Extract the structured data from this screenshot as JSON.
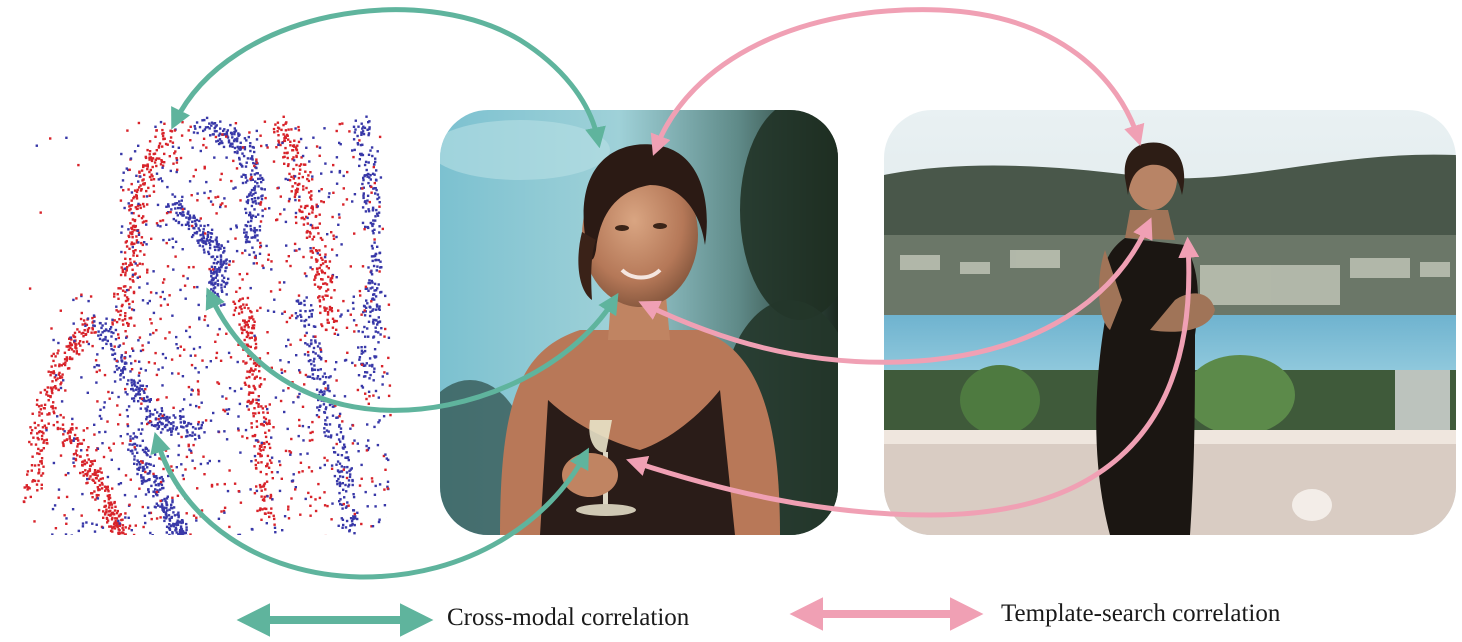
{
  "legend": {
    "cross_modal_label": "Cross-modal correlation",
    "template_search_label": "Template-search correlation"
  },
  "colors": {
    "cross_modal": "#5fb49d",
    "template_search": "#f0a0b4",
    "event_positive": "#d8232a",
    "event_negative": "#3838a8"
  },
  "panels": [
    {
      "name": "event-frame-panel",
      "kind": "event camera frame (red/blue polarity)"
    },
    {
      "name": "rgb-template-panel",
      "kind": "template image"
    },
    {
      "name": "rgb-search-panel",
      "kind": "search image"
    }
  ]
}
